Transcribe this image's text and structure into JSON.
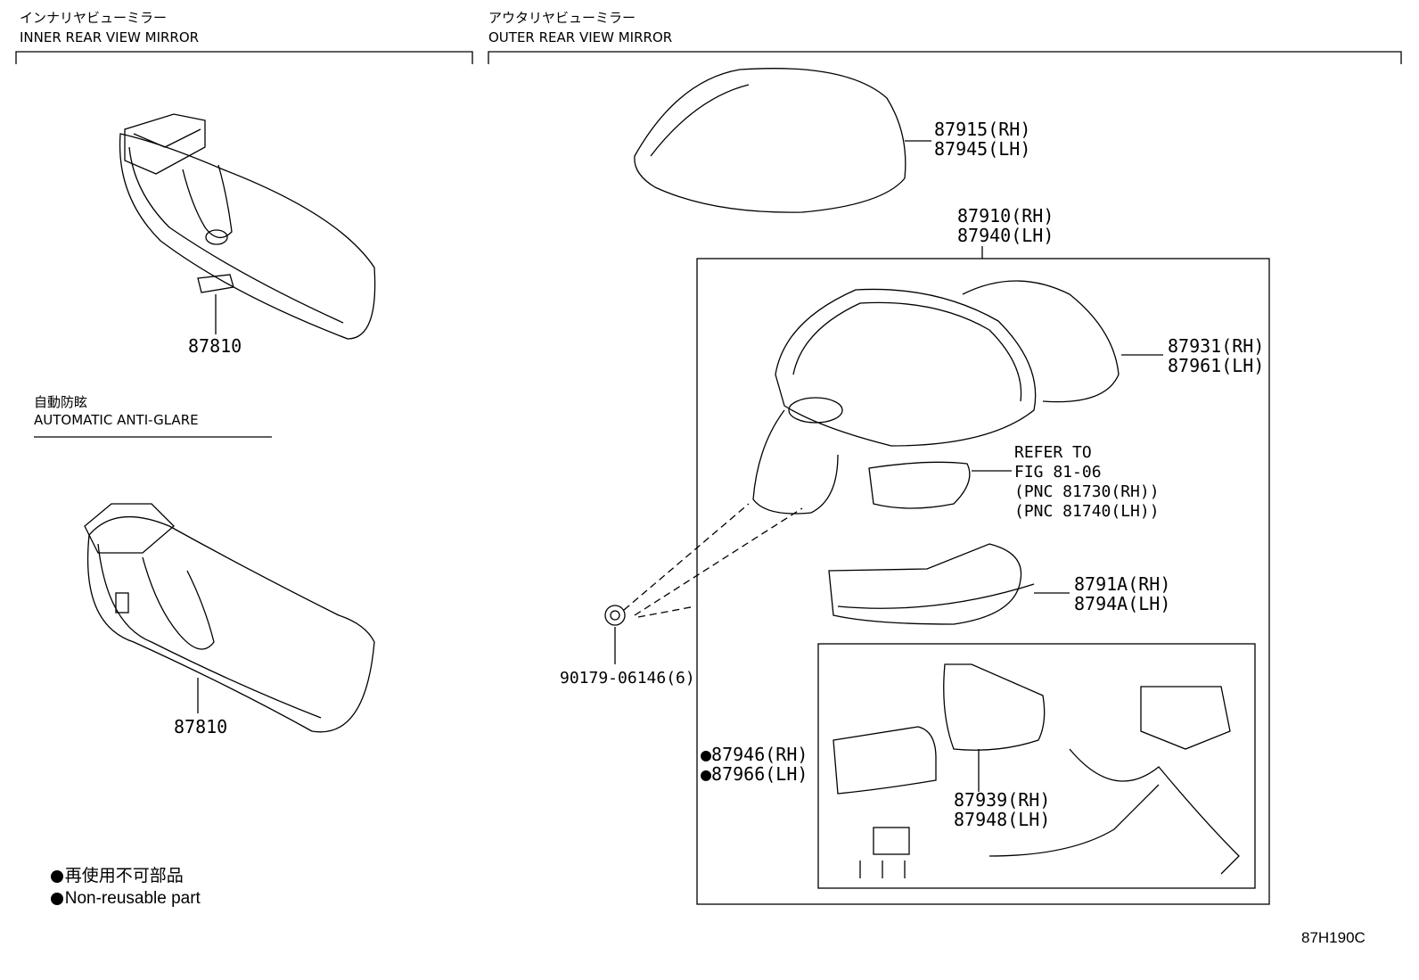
{
  "sections": {
    "inner": {
      "jp": "インナリヤビューミラー",
      "en": "INNER REAR VIEW MIRROR"
    },
    "outer": {
      "jp": "アウタリヤビューミラー",
      "en": "OUTER REAR VIEW MIRROR"
    },
    "auto": {
      "jp": "自動防眩",
      "en": "AUTOMATIC ANTI-GLARE"
    }
  },
  "parts": {
    "inner_mirror": "87810",
    "auto_mirror": "87810",
    "cover": [
      "87915(RH)",
      "87945(LH)"
    ],
    "assembly": [
      "87910(RH)",
      "87940(LH)"
    ],
    "housing": [
      "87931(RH)",
      "87961(LH)"
    ],
    "refer": [
      "REFER TO",
      "FIG 81-06",
      "(PNC 81730(RH))",
      "(PNC 81740(LH))"
    ],
    "lamp": [
      "8791A(RH)",
      "8794A(LH)"
    ],
    "nut": "90179-06146(6)",
    "seal": [
      "●87946(RH)",
      "●87966(LH)"
    ],
    "glass": [
      "87939(RH)",
      "87948(LH)"
    ]
  },
  "legend": {
    "jp": "● 再使用不可部品",
    "en": "● Non-reusable part"
  },
  "figure_code": "87H190C"
}
